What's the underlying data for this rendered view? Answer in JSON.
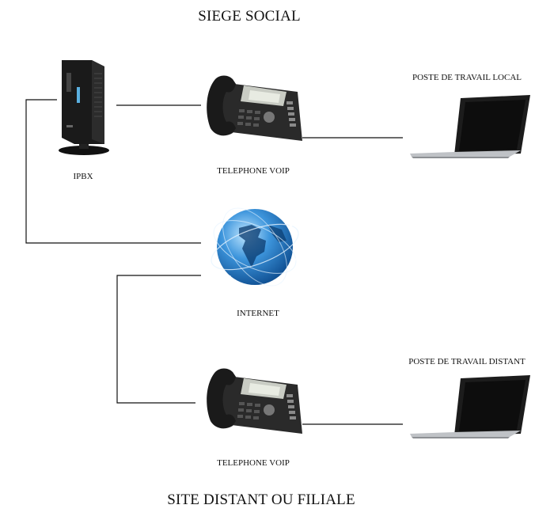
{
  "diagram": {
    "title_top": "SIEGE SOCIAL",
    "title_bottom": "SITE DISTANT OU FILIALE",
    "nodes": {
      "ipbx": {
        "label": "IPBX",
        "icon": "server-tower-icon"
      },
      "phone_hq": {
        "label": "TELEPHONE VOIP",
        "icon": "voip-phone-icon"
      },
      "laptop_local": {
        "label": "POSTE DE TRAVAIL LOCAL",
        "icon": "laptop-icon"
      },
      "internet": {
        "label": "INTERNET",
        "icon": "globe-icon"
      },
      "phone_remote": {
        "label": "TELEPHONE VOIP",
        "icon": "voip-phone-icon"
      },
      "laptop_remote": {
        "label": "POSTE DE TRAVAIL DISTANT",
        "icon": "laptop-icon"
      }
    },
    "edges": [
      [
        "ipbx",
        "phone_hq"
      ],
      [
        "phone_hq",
        "laptop_local"
      ],
      [
        "ipbx",
        "internet"
      ],
      [
        "internet",
        "phone_remote"
      ],
      [
        "phone_remote",
        "laptop_remote"
      ]
    ],
    "colors": {
      "line": "#111111",
      "globe": "#2f86d6",
      "device": "#1b1b1b"
    }
  }
}
